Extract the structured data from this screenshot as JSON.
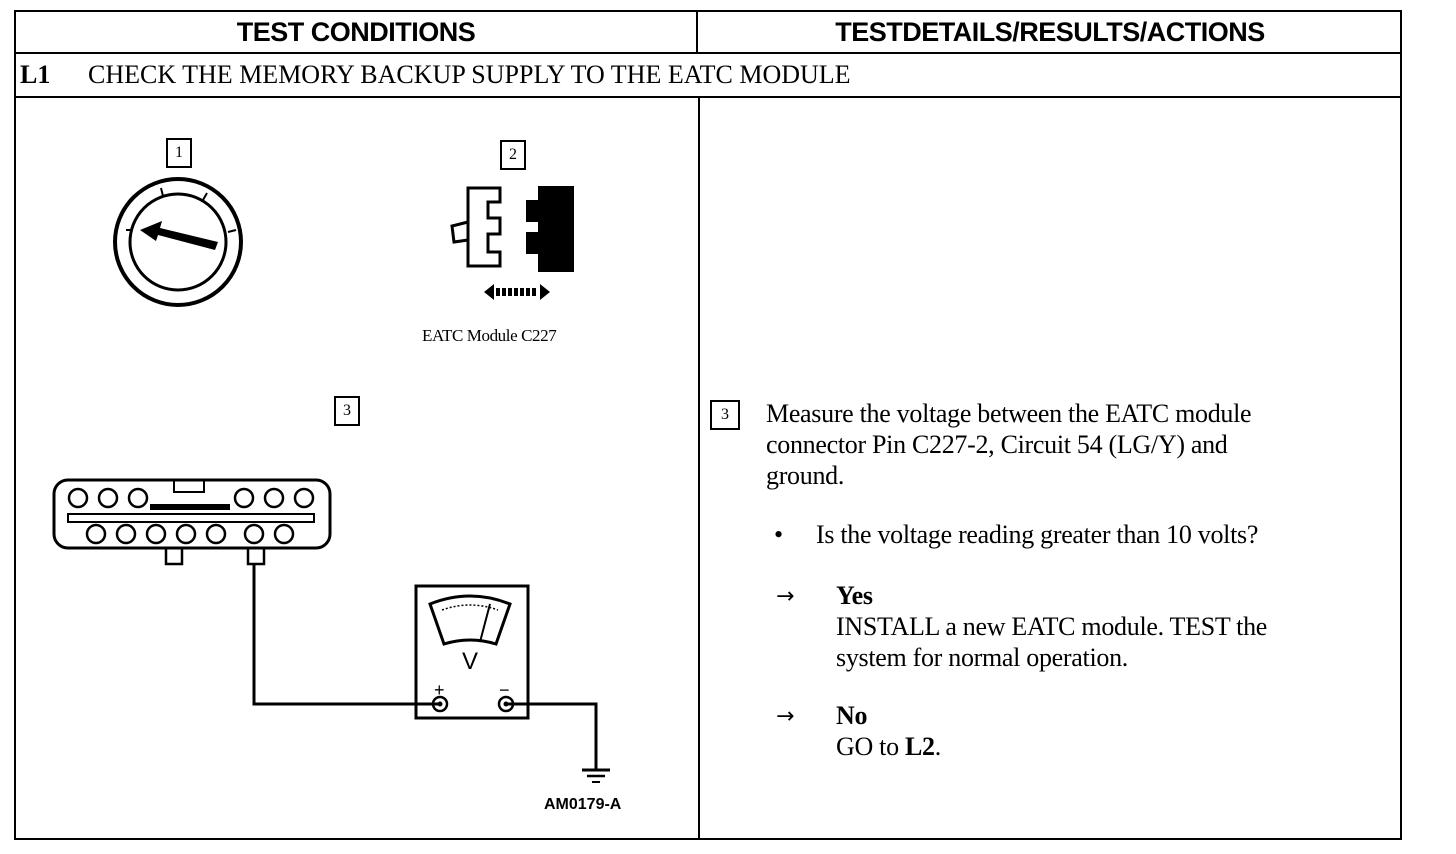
{
  "header": {
    "left": "TEST CONDITIONS",
    "right": "TESTDETAILS/RESULTS/ACTIONS"
  },
  "step": {
    "id": "L1",
    "title": "CHECK THE MEMORY BACKUP SUPPLY TO THE EATC MODULE"
  },
  "figure": {
    "callout_1": "1",
    "callout_2": "2",
    "callout_3": "3",
    "connector_caption": "EATC Module C227",
    "meter_label": "V",
    "plus": "+",
    "minus": "−",
    "figure_id": "AM0179-A"
  },
  "details": {
    "callout": "3",
    "measure_line1": "Measure the voltage between the EATC module",
    "measure_line2": "connector Pin C227-2, Circuit 54 (LG/Y) and",
    "measure_line3": "ground.",
    "bullet": "•",
    "question": "Is the voltage reading greater than 10 volts?",
    "arrow": "→",
    "yes_label": "Yes",
    "yes_line1": "INSTALL a new EATC module. TEST the",
    "yes_line2": "system for normal operation.",
    "no_label": "No",
    "no_prefix": "GO to ",
    "no_target": "L2",
    "no_suffix": "."
  }
}
